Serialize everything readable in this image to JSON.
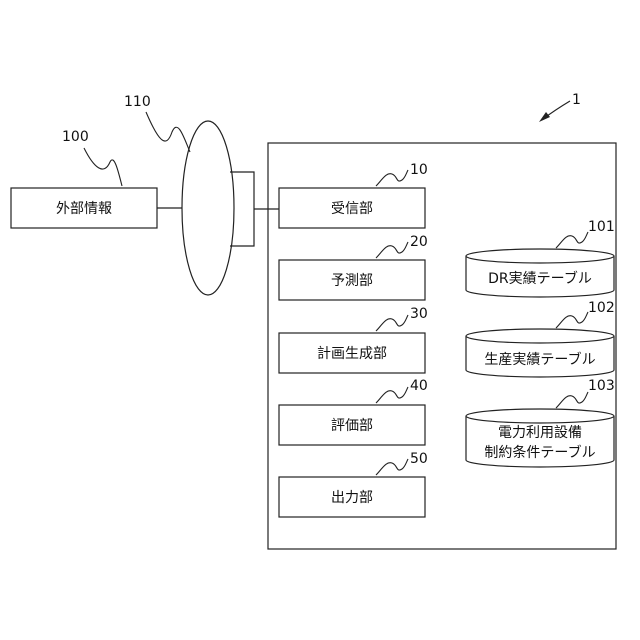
{
  "system_ref": "1",
  "network_ref": "110",
  "external": {
    "ref": "100",
    "label": "外部情報"
  },
  "units": [
    {
      "ref": "10",
      "label": "受信部"
    },
    {
      "ref": "20",
      "label": "予測部"
    },
    {
      "ref": "30",
      "label": "計画生成部"
    },
    {
      "ref": "40",
      "label": "評価部"
    },
    {
      "ref": "50",
      "label": "出力部"
    }
  ],
  "tables": [
    {
      "ref": "101",
      "lines": [
        "DR実績テーブル"
      ]
    },
    {
      "ref": "102",
      "lines": [
        "生産実績テーブル"
      ]
    },
    {
      "ref": "103",
      "lines": [
        "電力利用設備",
        "制約条件テーブル"
      ]
    }
  ]
}
